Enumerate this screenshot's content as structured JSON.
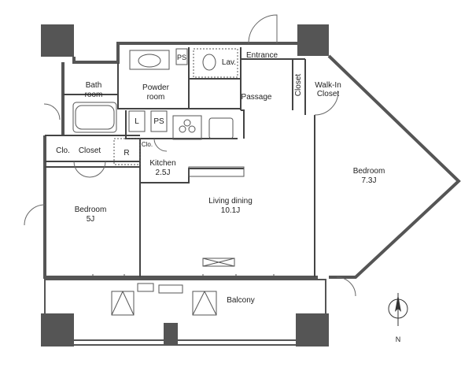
{
  "rooms": {
    "entrance": "Entrance",
    "lav": "Lav.",
    "ps_top": "PS",
    "passage": "Passage",
    "walkin_1": "Walk-In",
    "walkin_2": "Closet",
    "closet_vert": "Closet",
    "bath_1": "Bath",
    "bath_2": "room",
    "powder_1": "Powder",
    "powder_2": "room",
    "laundry": "L",
    "ps_mid": "PS",
    "clo_left": "Clo.",
    "closet_left": "Closet",
    "fridge": "R",
    "clo_small": "Clo.",
    "kitchen_1": "Kitchen",
    "kitchen_2": "2.5J",
    "bedroom_right_1": "Bedroom",
    "bedroom_right_2": "7.3J",
    "bedroom_left_1": "Bedroom",
    "bedroom_left_2": "5J",
    "living_1": "Living dining",
    "living_2": "10.1J",
    "balcony": "Balcony"
  },
  "compass": {
    "north": "N"
  },
  "colors": {
    "wall": "#555555",
    "column": "#555555",
    "line": "#333333"
  }
}
